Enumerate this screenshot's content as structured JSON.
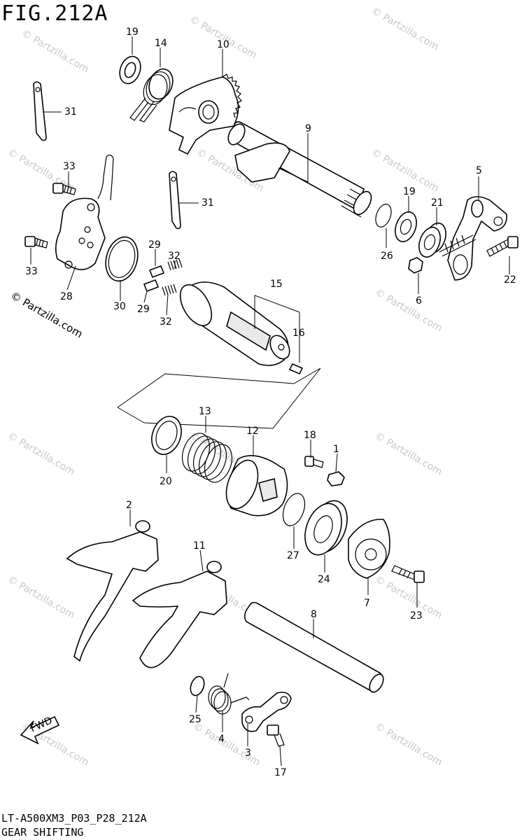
{
  "figure": {
    "title": "FIG.212A",
    "model_code": "LT-A500XM3_P03_P28_212A",
    "caption": "GEAR SHIFTING",
    "watermark": "© Partzilla.com",
    "direction_label": "FWD"
  },
  "callouts": [
    "19",
    "14",
    "10",
    "31",
    "9",
    "33",
    "5",
    "19",
    "21",
    "31",
    "26",
    "22",
    "33",
    "28",
    "29",
    "30",
    "32",
    "6",
    "29",
    "15",
    "32",
    "16",
    "13",
    "12",
    "18",
    "1",
    "20",
    "2",
    "27",
    "24",
    "11",
    "7",
    "23",
    "8",
    "25",
    "4",
    "3",
    "17"
  ]
}
